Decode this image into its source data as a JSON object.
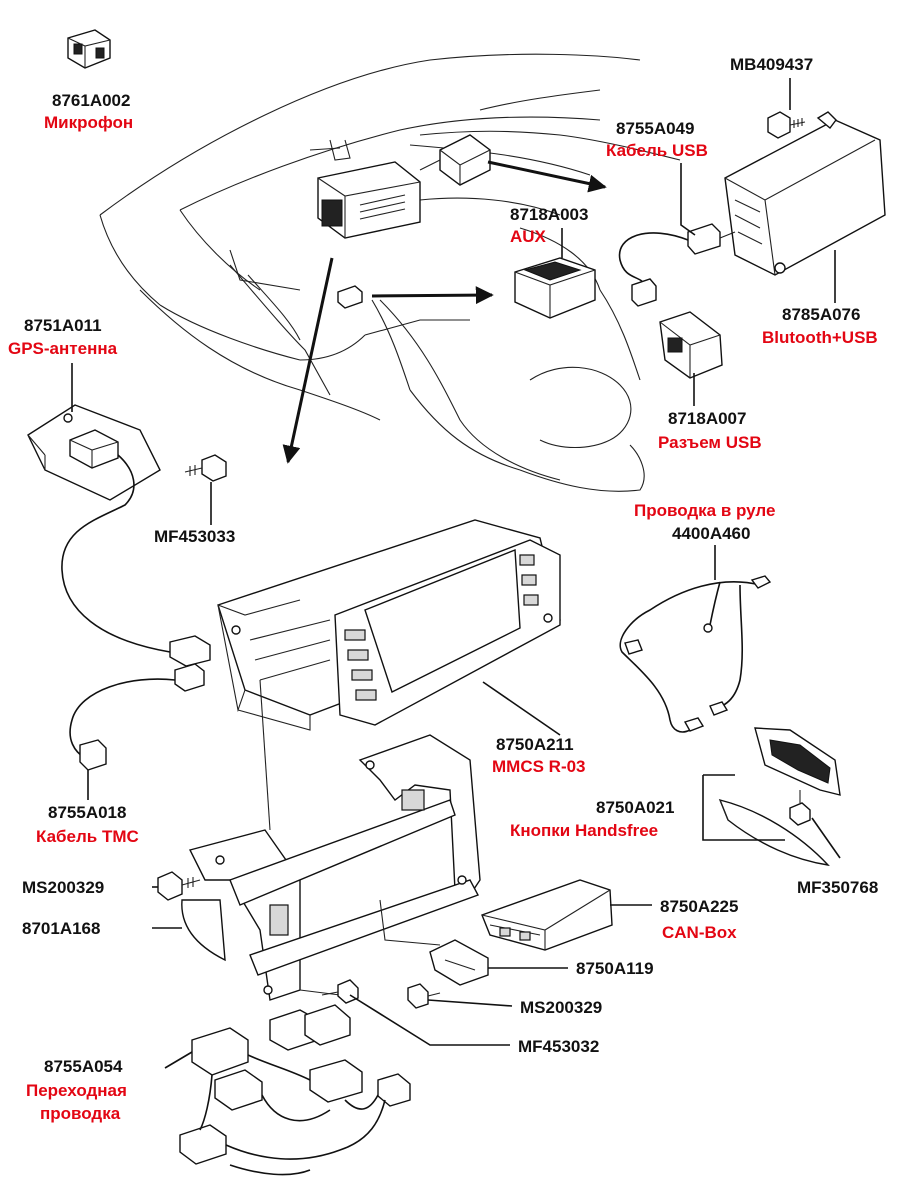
{
  "labels": {
    "mic": {
      "code": "8761A002",
      "name": "Микрофон"
    },
    "usbcable": {
      "code": "8755A049",
      "name": "Кабель USB"
    },
    "bolt_top": {
      "code": "MB409437"
    },
    "aux": {
      "code": "8718A003",
      "name": "AUX"
    },
    "gps": {
      "code": "8751A011",
      "name": "GPS-антенна"
    },
    "btusb": {
      "code": "8785A076",
      "name": "Blutooth+USB"
    },
    "usbjack": {
      "code": "8718A007",
      "name": "Разъем USB"
    },
    "mf453033": {
      "code": "MF453033"
    },
    "wheel": {
      "code": "4400A460",
      "name": "Проводка в руле"
    },
    "mmcs": {
      "code": "8750A211",
      "name": "MMCS R-03"
    },
    "tmc": {
      "code": "8755A018",
      "name": "Кабель TMC"
    },
    "handsfree": {
      "code": "8750A021",
      "name": "Кнопки Handsfree"
    },
    "ms1": {
      "code": "MS200329"
    },
    "mf350768": {
      "code": "MF350768"
    },
    "bracket": {
      "code": "8701A168"
    },
    "canbox": {
      "code": "8750A225",
      "name": "CAN-Box"
    },
    "b8750a119": {
      "code": "8750A119"
    },
    "ms2": {
      "code": "MS200329"
    },
    "mf453032": {
      "code": "MF453032"
    },
    "adapter": {
      "code": "8755A054",
      "name": "Переходная",
      "name2": "проводка"
    }
  }
}
